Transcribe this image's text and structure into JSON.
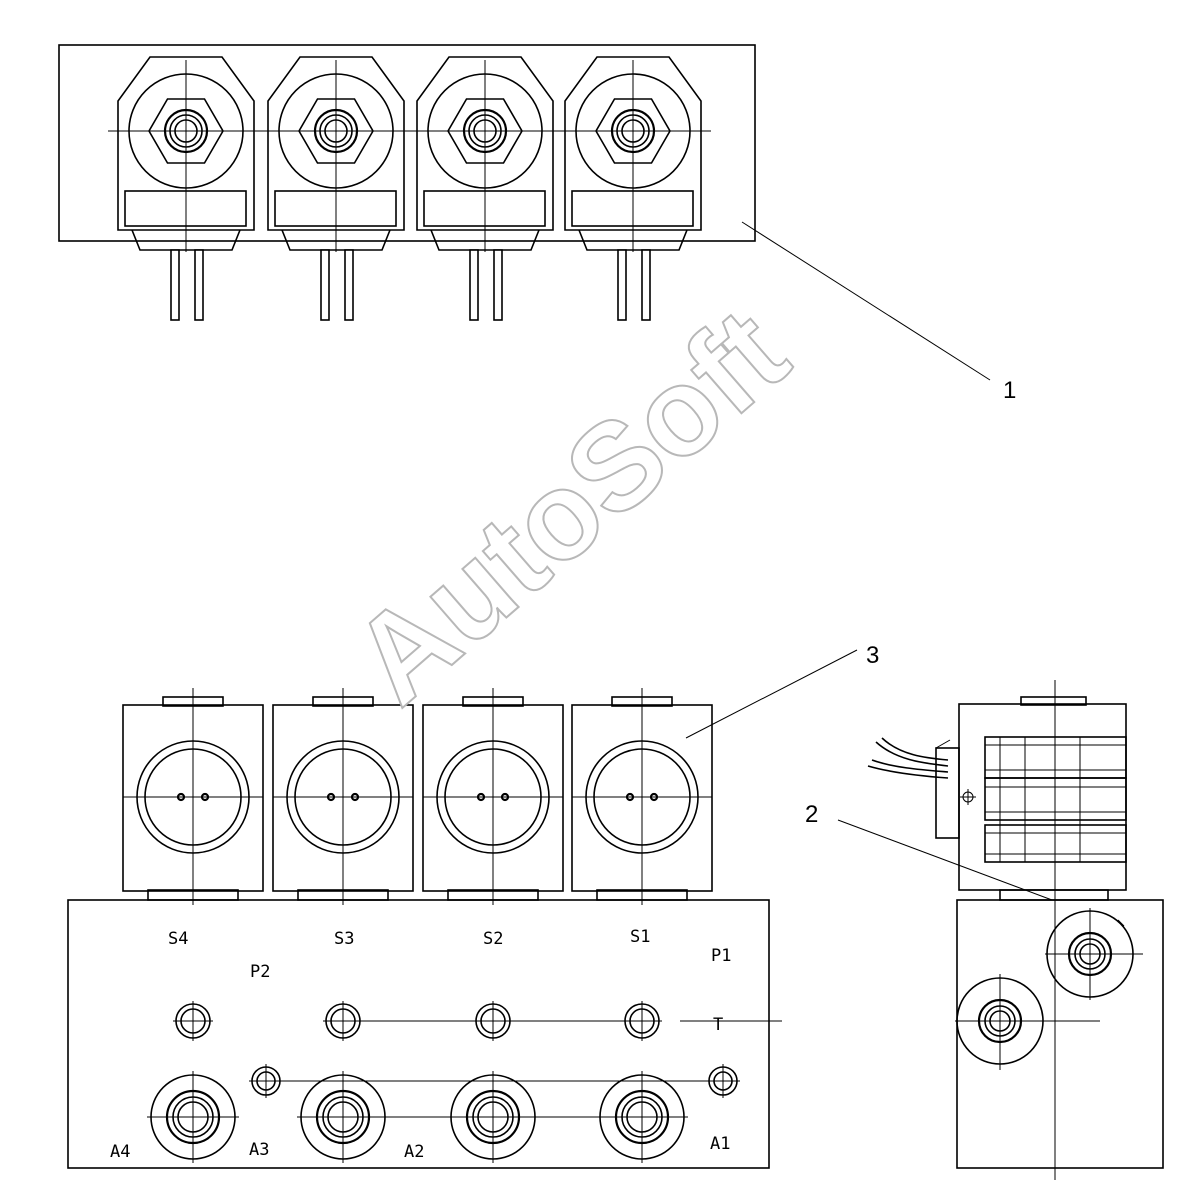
{
  "watermark": "AutoSoft",
  "callouts": [
    {
      "id": "1",
      "label": "1"
    },
    {
      "id": "2",
      "label": "2"
    },
    {
      "id": "3",
      "label": "3"
    }
  ],
  "solenoid_labels": [
    "S4",
    "S3",
    "S2",
    "S1"
  ],
  "port_labels": {
    "p1": "P1",
    "p2": "P2",
    "t": "T",
    "a1": "A1",
    "a2": "A2",
    "a3": "A3",
    "a4": "A4"
  }
}
